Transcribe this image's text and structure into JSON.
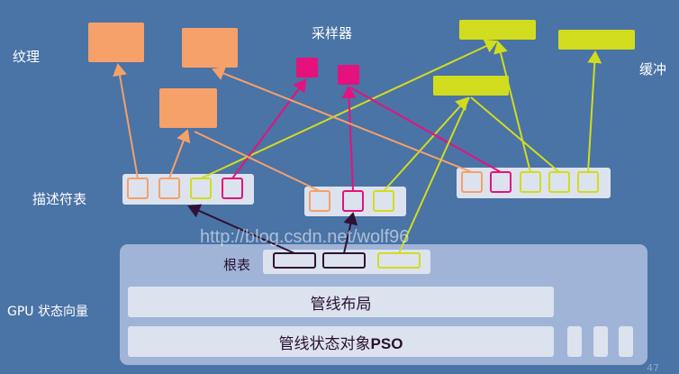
{
  "labels": {
    "texture": "纹理",
    "sampler": "采样器",
    "buffer": "缓冲",
    "descriptor_table": "描述符表",
    "root_table": "根表",
    "gpu_state_vector": "GPU 状态向量"
  },
  "bars": {
    "pipeline_layout": "管线布局",
    "pso_prefix": "管线状态对象",
    "pso_suffix": "PSO"
  },
  "watermark": "http://blog.csdn.net/wolf96",
  "page_number": "47",
  "colors": {
    "background": "#4a73a6",
    "texture": "#f6a06a",
    "sampler": "#e5127d",
    "buffer": "#d2dc1e",
    "root": "#2e1232"
  }
}
